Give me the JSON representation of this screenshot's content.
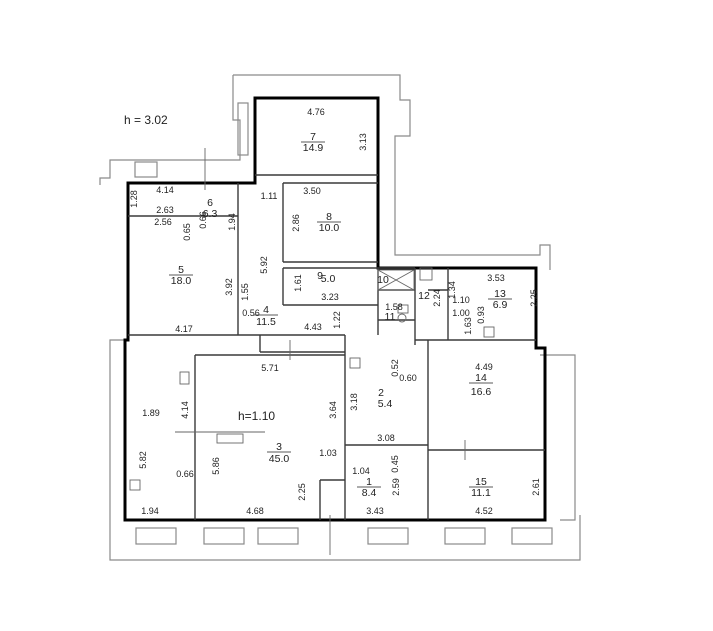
{
  "ceiling_height": "h  =  3.02",
  "rooms": [
    {
      "id": "room-1",
      "number": "1",
      "area": "8.4"
    },
    {
      "id": "room-2",
      "number": "2",
      "area": "5.4"
    },
    {
      "id": "room-3",
      "number": "3",
      "area": "45.0",
      "extra": "h=1.10"
    },
    {
      "id": "room-4",
      "number": "4",
      "area": "11.5"
    },
    {
      "id": "room-5",
      "number": "5",
      "area": "18.0"
    },
    {
      "id": "room-6",
      "number": "6",
      "area": "6.3"
    },
    {
      "id": "room-7",
      "number": "7",
      "area": "14.9"
    },
    {
      "id": "room-8",
      "number": "8",
      "area": "10.0"
    },
    {
      "id": "room-9",
      "number": "9",
      "area": "5.0"
    },
    {
      "id": "room-10",
      "number": "10"
    },
    {
      "id": "room-11",
      "number": "11"
    },
    {
      "id": "room-12",
      "number": "12"
    },
    {
      "id": "room-13",
      "number": "13",
      "area": "6.9"
    },
    {
      "id": "room-14",
      "number": "14",
      "area": "16.6"
    },
    {
      "id": "room-15",
      "number": "15",
      "area": "11.1"
    }
  ],
  "dimensions": [
    "4.76",
    "3.13",
    "4.14",
    "1.28",
    "2.63",
    "2.56",
    "0.66",
    "1.94",
    "0.65",
    "3.50",
    "1.11",
    "2.86",
    "5.92",
    "1.61",
    "3.23",
    "3.92",
    "1.55",
    "0.56",
    "4.17",
    "4.43",
    "1.22",
    "1.58",
    "1.34",
    "2.24",
    "1.10",
    "1.00",
    "0.93",
    "1.63",
    "3.53",
    "2.25",
    "4.49",
    "0.52",
    "0.60",
    "3.18",
    "3.08",
    "5.71",
    "1.89",
    "4.14",
    "3.64",
    "5.82",
    "0.66",
    "5.86",
    "1.03",
    "1.04",
    "0.45",
    "2.59",
    "2.25",
    "1.94",
    "4.68",
    "3.43",
    "4.52",
    "2.61"
  ]
}
